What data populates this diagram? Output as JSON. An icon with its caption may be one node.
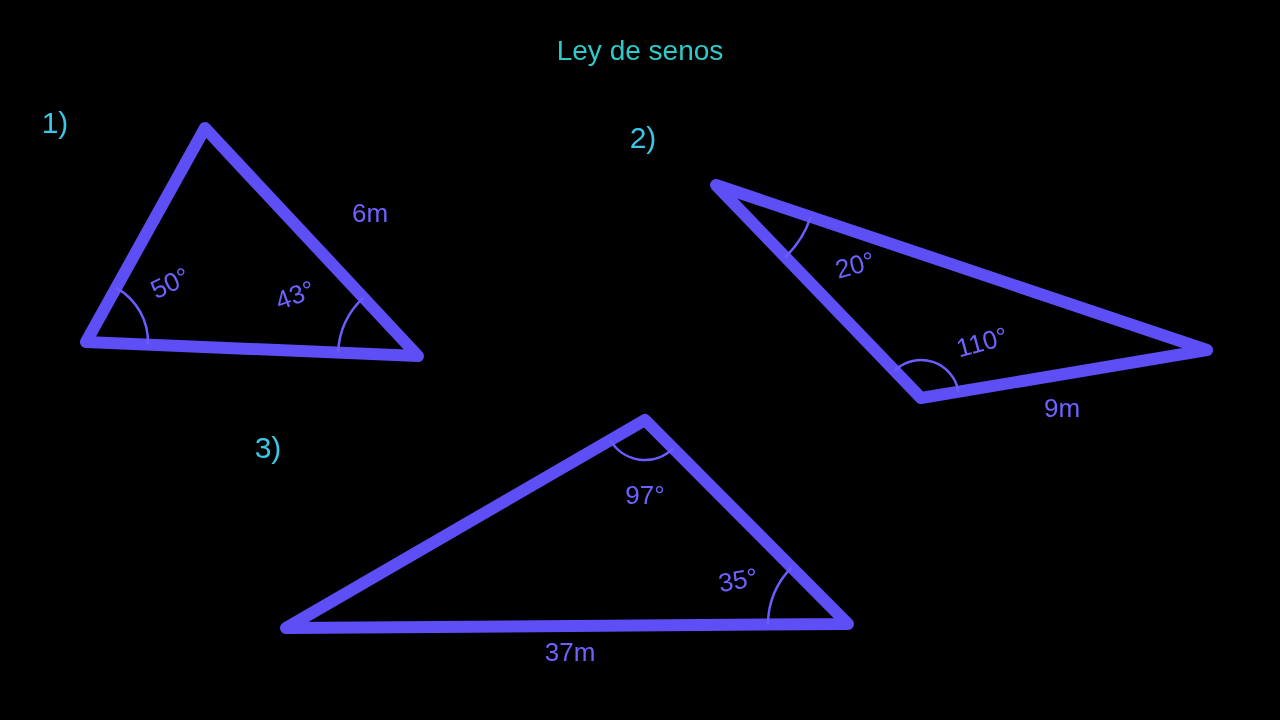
{
  "diagram": {
    "title": "Ley de senos",
    "nodes": [
      {
        "text": [
          "50°",
          "43°"
        ],
        "beside": [
          "6m"
        ]
      },
      {
        "text": [
          "20°",
          "110°"
        ],
        "beside": [
          "9m"
        ]
      },
      {
        "text": [
          "97°",
          "35°"
        ],
        "beside": [
          "37m"
        ]
      }
    ],
    "labels": [
      "1)",
      "2)",
      "3)"
    ]
  }
}
